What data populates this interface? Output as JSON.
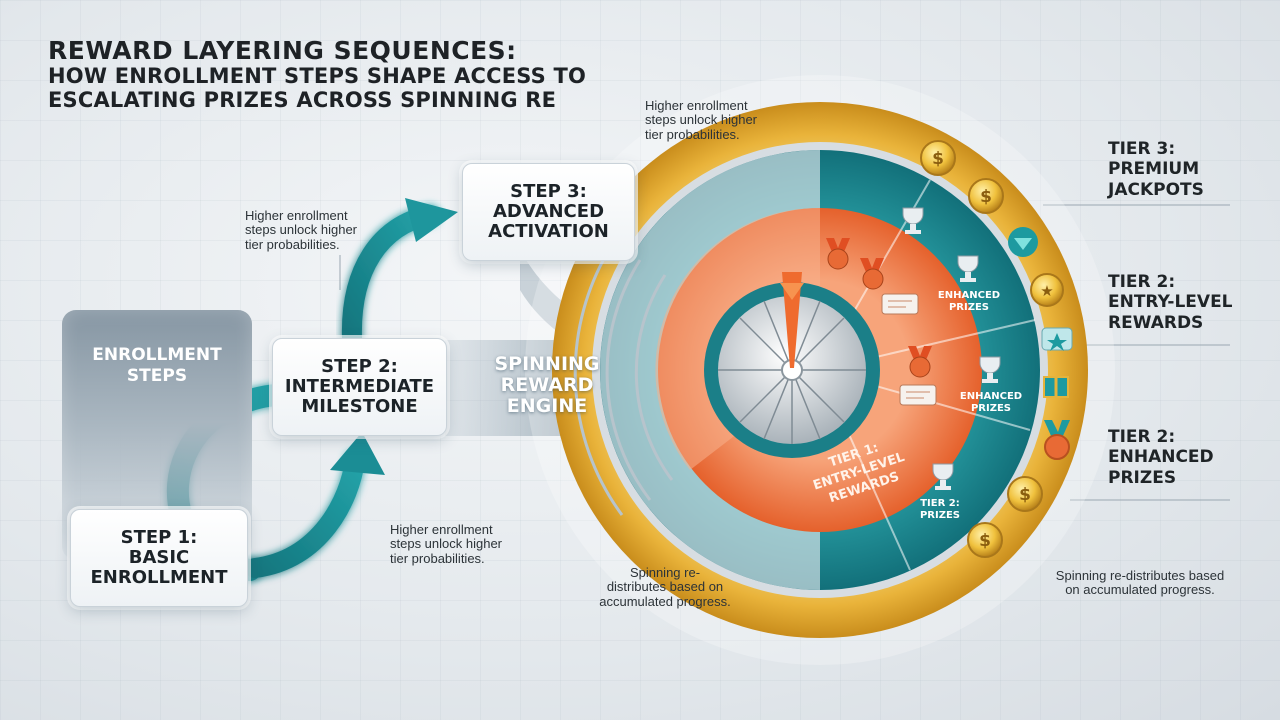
{
  "title": {
    "line1": "Reward Layering Sequences:",
    "line2": "How Enrollment Steps Shape Access to",
    "line3": "Escalating Prizes Across Spinning Re"
  },
  "enrollment_panel": {
    "line1": "Enrollment",
    "line2": "Steps"
  },
  "steps": [
    {
      "line1": "Step 1:",
      "line2": "Basic",
      "line3": "Enrollment"
    },
    {
      "line1": "Step 2:",
      "line2": "Intermediate",
      "line3": "Milestone"
    },
    {
      "line1": "Step 3:",
      "line2": "Advanced",
      "line3": "Activation"
    }
  ],
  "engine": {
    "line1": "Spinning",
    "line2": "Reward",
    "line3": "Engine"
  },
  "notes": {
    "top": [
      "Higher enrollment",
      "steps unlock higher",
      "tier probabilities."
    ],
    "mid": [
      "Higher enrollment",
      "steps unlock higher",
      "tier probabilities."
    ],
    "low": [
      "Higher enrollment",
      "steps unlock higher",
      "tier probabilities."
    ],
    "bottom_center": [
      "Spinning re-",
      "distributes based on",
      "accumulated progress."
    ],
    "bottom_right": [
      "Spinning re-distributes based",
      "on accumulated progress."
    ]
  },
  "tiers": {
    "tier3": {
      "line1": "Tier 3:",
      "line2": "Premium",
      "line3": "Jackpots"
    },
    "tier2a": {
      "line1": "Tier 2:",
      "line2": "Entry-Level",
      "line3": "Rewards"
    },
    "tier2b": {
      "line1": "Tier 2:",
      "line2": "Enhanced",
      "line3": "Prizes"
    }
  },
  "wheel": {
    "tier1_line1": "Tier 1:",
    "tier1_line2": "Entry-Level",
    "tier1_line3": "Rewards",
    "enhanced_a_line1": "Enhanced",
    "enhanced_a_line2": "Prizes",
    "enhanced_b_line1": "Enhanced",
    "enhanced_b_line2": "Prizes",
    "tier2_prizes_line1": "Tier 2:",
    "tier2_prizes_line2": "Prizes"
  },
  "colors": {
    "teal": "#1f8f97",
    "teal_dark": "#116b74",
    "orange": "#ec6e3a",
    "gold": "#e9b33a",
    "slate": "#6f8190"
  }
}
